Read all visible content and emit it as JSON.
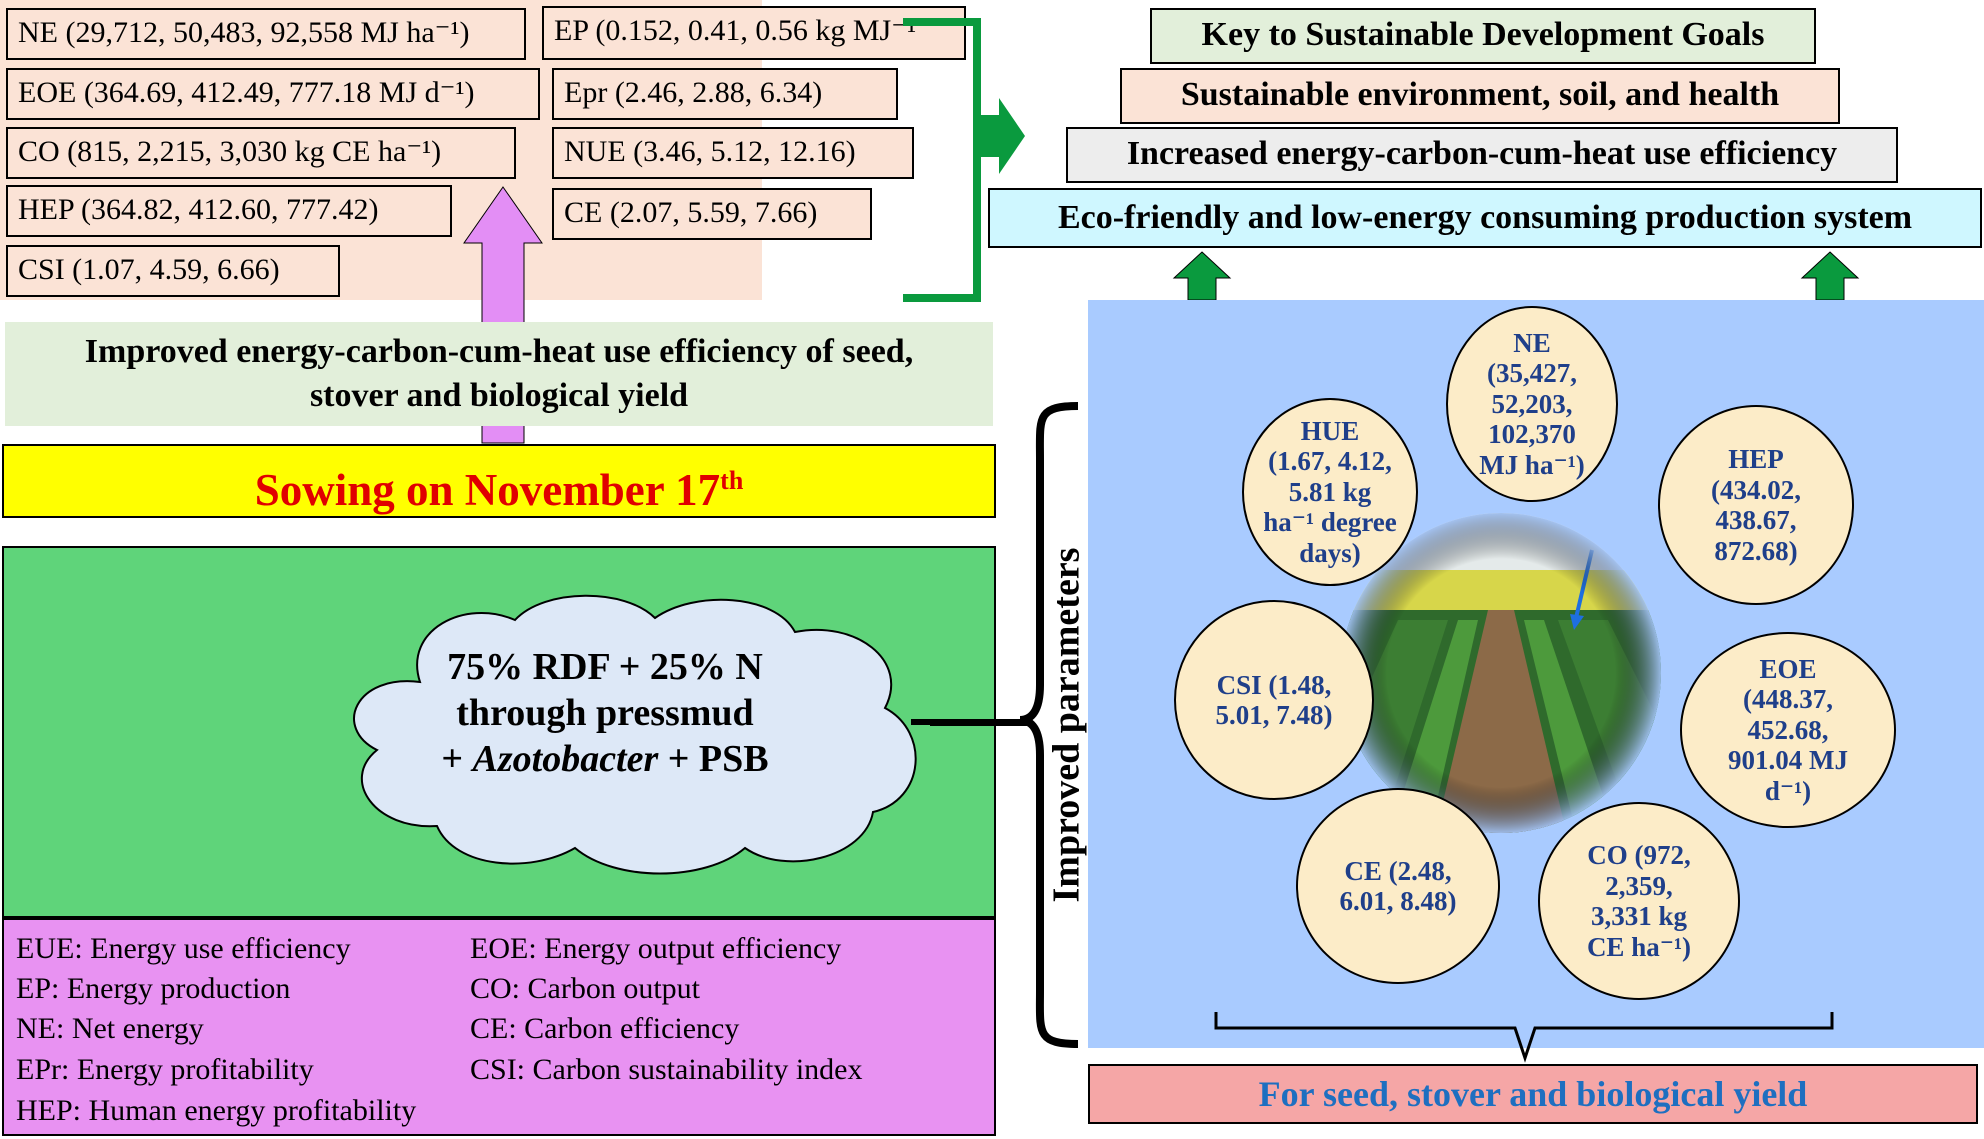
{
  "top_left_panel": {
    "col1": [
      "NE (29,712, 50,483, 92,558 MJ ha⁻¹)",
      "EOE (364.69, 412.49, 777.18 MJ d⁻¹)",
      "CO (815, 2,215, 3,030 kg CE ha⁻¹)",
      "HEP (364.82, 412.60, 777.42)",
      "CSI (1.07, 4.59, 6.66)"
    ],
    "col2": [
      "EP (0.152, 0.41, 0.56 kg MJ⁻¹",
      "Epr (2.46, 2.88, 6.34)",
      "NUE (3.46, 5.12, 12.16)",
      "CE (2.07, 5.59, 7.66)"
    ]
  },
  "improved_efficiency": {
    "line1": "Improved energy-carbon-cum-heat use efficiency of seed,",
    "line2": "stover and biological yield"
  },
  "sowing": {
    "text": "Sowing on November 17",
    "sup": "th"
  },
  "treatment": {
    "line1": "75% RDF + 25% N",
    "line2": "through pressmud",
    "plus1": "+ ",
    "azotobacter": "Azotobacter",
    "plus2": " + PSB"
  },
  "abbreviations": {
    "col1": [
      "EUE: Energy use efficiency",
      "EP: Energy production",
      "NE: Net energy",
      "EPr: Energy profitability",
      "HEP: Human energy profitability"
    ],
    "col2": [
      "EOE: Energy output efficiency",
      "CO: Carbon output",
      "CE: Carbon efficiency",
      "CSI: Carbon sustainability index"
    ]
  },
  "sdg_pyramid": {
    "level1": "Key to Sustainable Development Goals",
    "level2": "Sustainable environment, soil, and health",
    "level3": "Increased energy-carbon-cum-heat use efficiency",
    "level4": "Eco-friendly and low-energy consuming production system"
  },
  "improved_parameters_label": "Improved parameters",
  "circles": {
    "ne": [
      "NE",
      "(35,427,",
      "52,203,",
      "102,370",
      "MJ ha⁻¹)"
    ],
    "hue": [
      "HUE",
      "(1.67, 4.12,",
      "5.81 kg",
      "ha⁻¹ degree",
      "days)"
    ],
    "hep": [
      "HEP",
      "(434.02,",
      "438.67,",
      "872.68)"
    ],
    "csi": [
      "CSI (1.48,",
      "5.01, 7.48)"
    ],
    "eoe": [
      "EOE",
      "(448.37,",
      "452.68,",
      "901.04 MJ",
      "d⁻¹)"
    ],
    "ce": [
      "CE (2.48,",
      "6.01, 8.48)"
    ],
    "co": [
      "CO (972,",
      "2,359,",
      "3,331 kg",
      "CE ha⁻¹)"
    ]
  },
  "yield_label": "For seed, stover and biological yield",
  "colors": {
    "peach": "#fbe3d6",
    "light_green": "#e2efda",
    "yellow": "#ffff00",
    "red_text": "#e00000",
    "green_panel": "#5fd47a",
    "magenta_panel": "#e892f2",
    "blue_panel": "#a9cbff",
    "cyan": "#cff7ff",
    "circle_fill": "#fcecc8",
    "circle_text": "#1f3f8a",
    "arrow_green": "#0a9a3e",
    "arrow_violet": "#e38ef5",
    "yield_fill": "#f5a6a6",
    "yield_text": "#1e6fc0"
  }
}
